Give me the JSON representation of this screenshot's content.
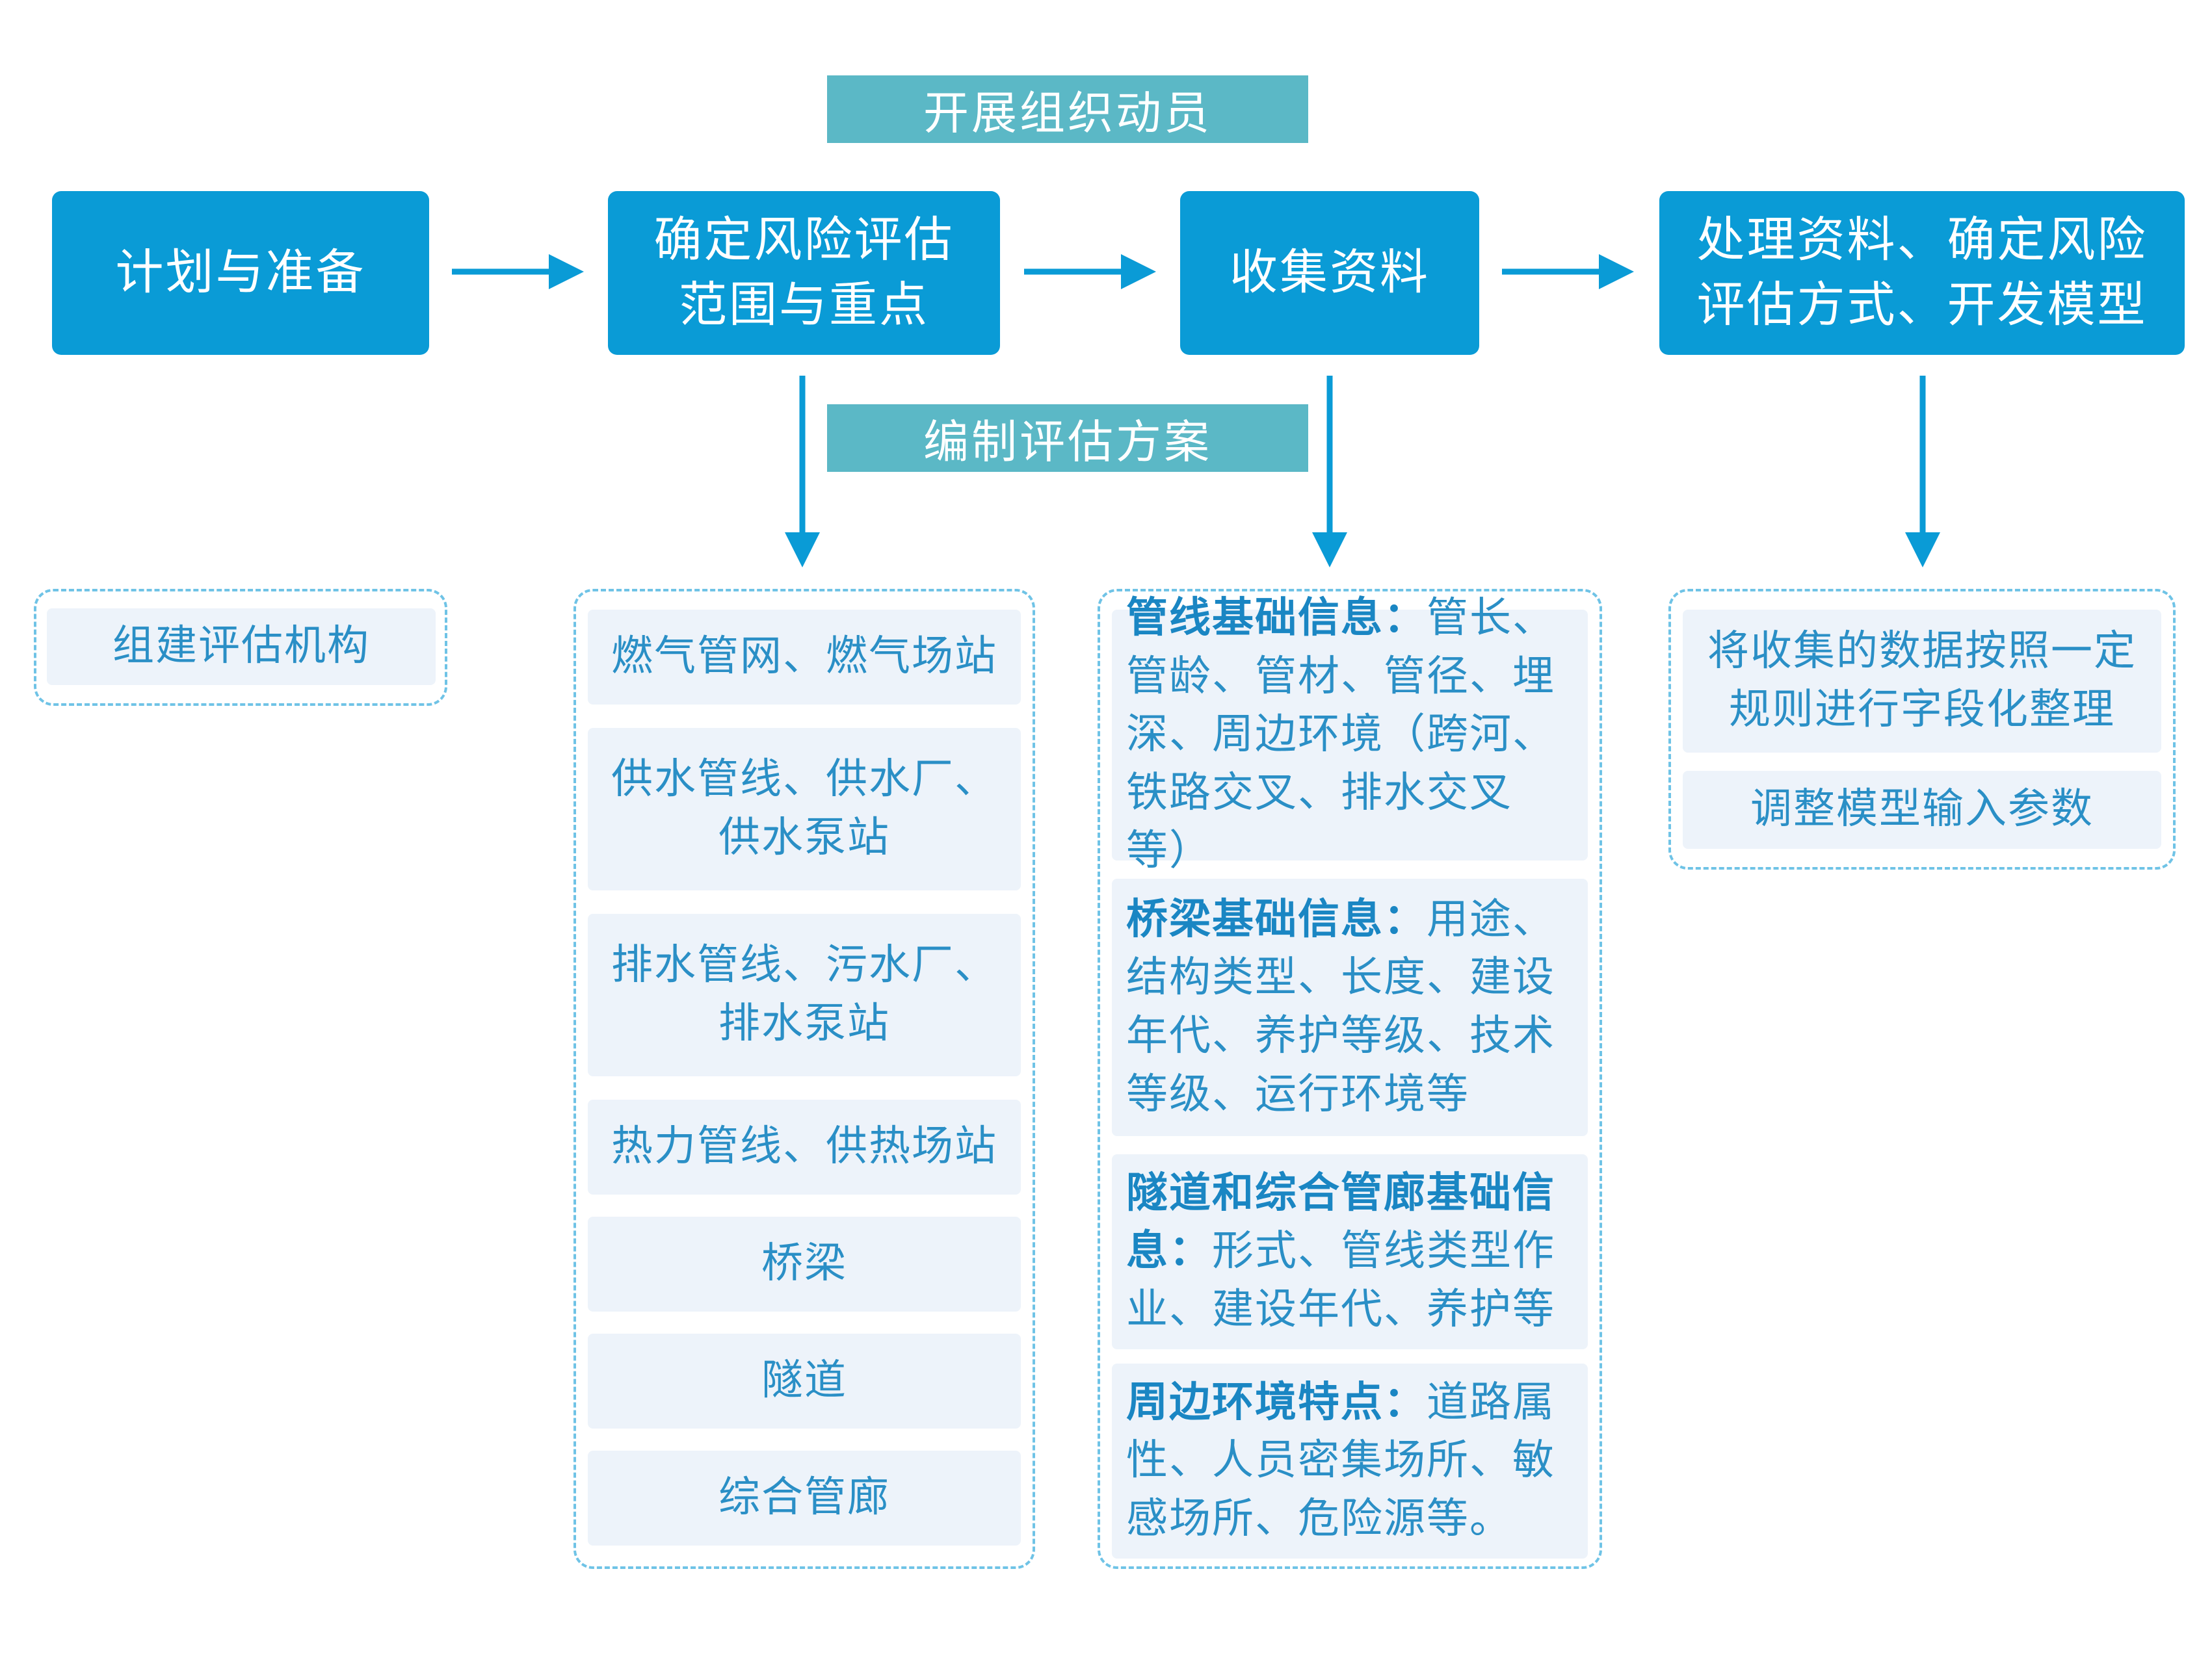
{
  "banners": {
    "mobilize": "开展组织动员",
    "plan": "编制评估方案"
  },
  "steps": [
    {
      "text": "计划与准备"
    },
    {
      "text": "确定风险评估\n范围与重点"
    },
    {
      "text": "收集资料"
    },
    {
      "text": "处理资料、确定风险\n评估方式、开发模型"
    }
  ],
  "group1": {
    "items": [
      "组建评估机构"
    ]
  },
  "group2": {
    "items": [
      "燃气管网、燃气场站",
      "供水管线、供水厂、\n供水泵站",
      "排水管线、污水厂、\n排水泵站",
      "热力管线、供热场站",
      "桥梁",
      "隧道",
      "综合管廊"
    ]
  },
  "group3": {
    "items": [
      {
        "title": "管线基础信息：",
        "text": "管长、管龄、管材、管径、埋深、周边环境（跨河、铁路交叉、排水交叉等）"
      },
      {
        "title": "桥梁基础信息：",
        "text": "用途、结构类型、长度、建设年代、养护等级、技术等级、运行环境等"
      },
      {
        "title": "隧道和综合管廊基础信息：",
        "text": "形式、管线类型作业、建设年代、养护等"
      },
      {
        "title": "周边环境特点：",
        "text": "道路属性、人员密集场所、敏感场所、危险源等。"
      }
    ]
  },
  "group4": {
    "items": [
      "将收集的数据按照一定\n规则进行字段化整理",
      "调整模型输入参数"
    ]
  },
  "colors": {
    "step_fill": "#0a9bd6",
    "banner_fill": "#5bb8c6",
    "item_fill": "#edf3fa",
    "item_text": "#2a8fc6",
    "arrow": "#0a9bd6"
  }
}
